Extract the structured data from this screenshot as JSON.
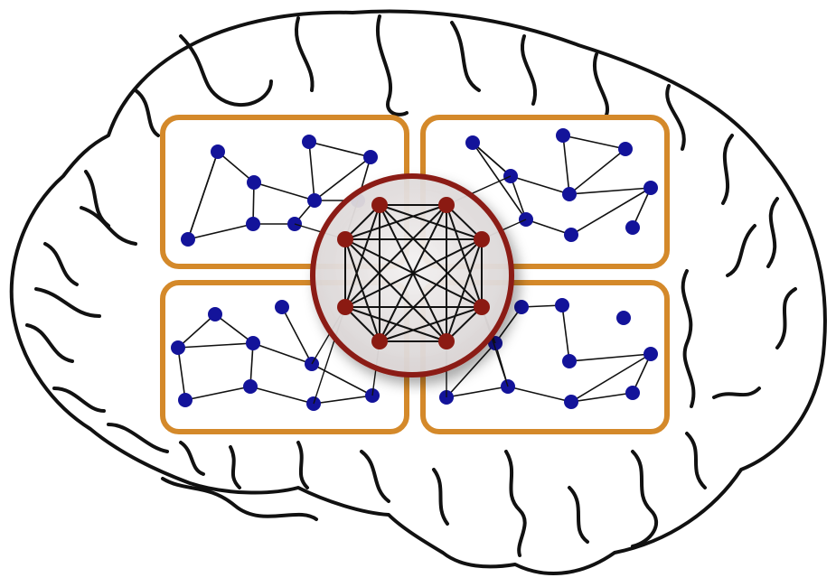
{
  "colors": {
    "background": "#ffffff",
    "brain_outline": "#111111",
    "module_box": "#d4892a",
    "module_node": "#13139a",
    "module_edge": "#111111",
    "hub_ring": "#8b1a12",
    "hub_fill": "#e4e0e0",
    "hub_node": "#8b1a12",
    "hub_edge": "#111111"
  },
  "diagram": {
    "kind": "modular brain network",
    "brain_icon": "brain-outline-icon",
    "modules": [
      {
        "id": "top-left",
        "node_count": 9
      },
      {
        "id": "top-right",
        "node_count": 9
      },
      {
        "id": "bottom-left",
        "node_count": 9
      },
      {
        "id": "bottom-right",
        "node_count": 9
      }
    ],
    "hub": {
      "id": "rich-club",
      "node_count": 8,
      "fully_connected": true
    }
  }
}
